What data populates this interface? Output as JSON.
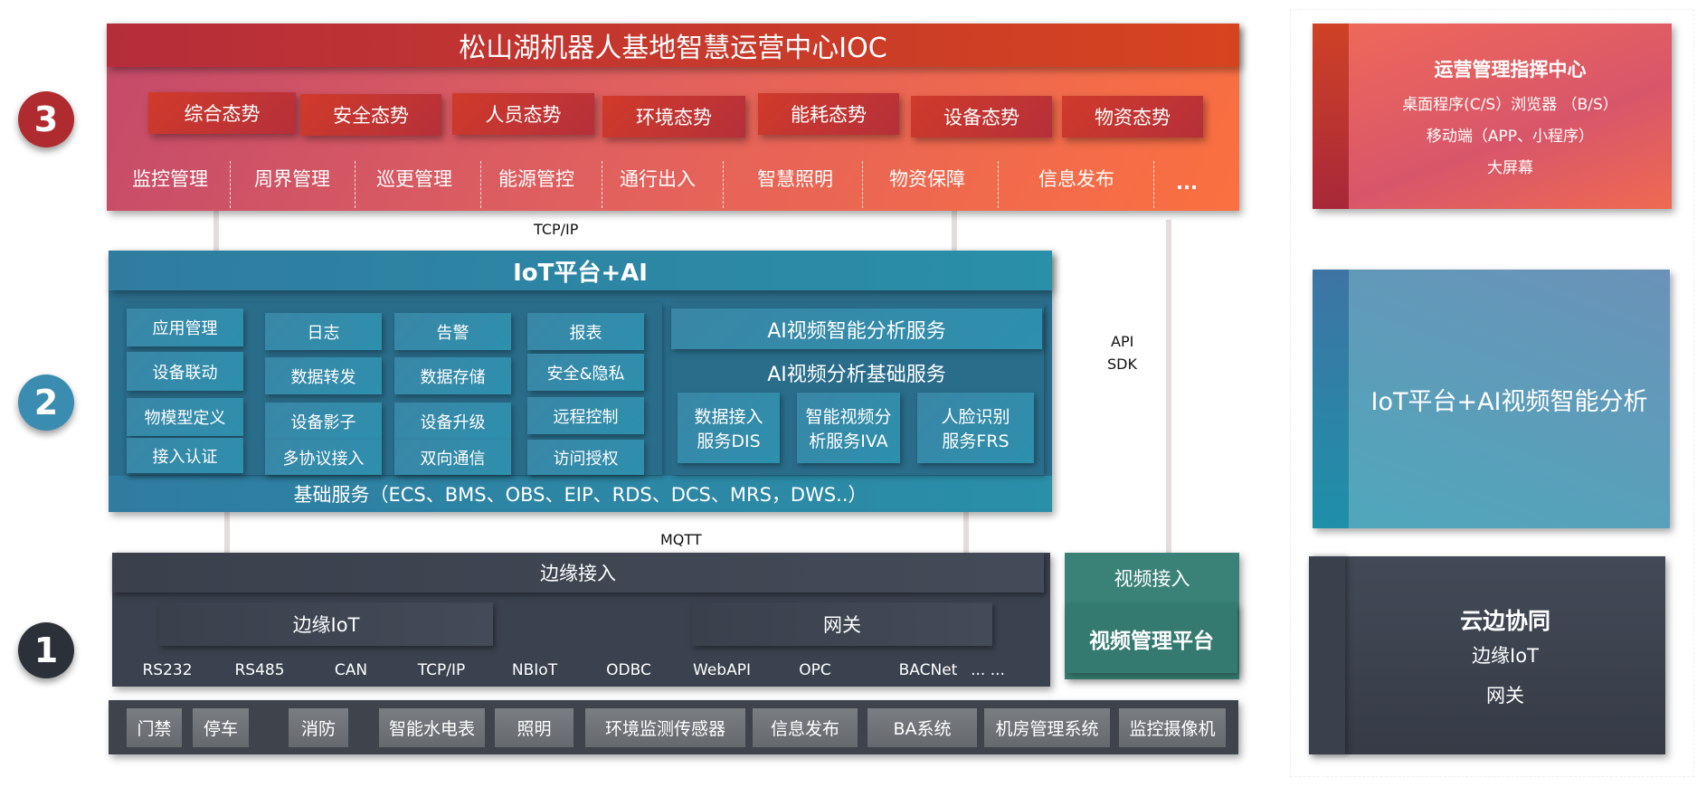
{
  "layer3": {
    "badge": "3",
    "title": "松山湖机器人基地智慧运营中心IOC",
    "situations": [
      "综合态势",
      "安全态势",
      "人员态势",
      "环境态势",
      "能耗态势",
      "设备态势",
      "物资态势"
    ],
    "management": [
      "监控管理",
      "周界管理",
      "巡更管理",
      "能源管控",
      "通行出入",
      "智慧照明",
      "物资保障",
      "信息发布",
      "..."
    ]
  },
  "links": {
    "tcpip": "TCP/IP",
    "api": "API",
    "sdk": "SDK",
    "mqtt": "MQTT"
  },
  "layer2": {
    "badge": "2",
    "title": "IoT平台+AI",
    "col1": [
      "应用管理",
      "设备联动",
      "物模型定义",
      "接入认证"
    ],
    "col2": [
      "日志",
      "数据转发",
      "设备影子",
      "多协议接入"
    ],
    "col3": [
      "告警",
      "数据存储",
      "设备升级",
      "双向通信"
    ],
    "col4": [
      "报表",
      "安全&隐私",
      "远程控制",
      "访问授权"
    ],
    "ai_header1": "AI视频智能分析服务",
    "ai_header2": "AI视频分析基础服务",
    "ai_services": [
      [
        "数据接入",
        "服务DIS"
      ],
      [
        "智能视频分",
        "析服务IVA"
      ],
      [
        "人脸识别",
        "服务FRS"
      ]
    ],
    "base": "基础服务（ECS、BMS、OBS、EIP、RDS、DCS、MRS，DWS..）"
  },
  "layer1": {
    "badge": "1",
    "title": "边缘接入",
    "edge_iot": "边缘IoT",
    "gateway": "网关",
    "protocols": [
      "RS232",
      "RS485",
      "CAN",
      "TCP/IP",
      "NBIoT",
      "ODBC",
      "WebAPI",
      "OPC",
      "BACNet",
      "... ..."
    ],
    "video_title": "视频接入",
    "video_platform": "视频管理平台",
    "devices": [
      "门禁",
      "停车",
      "消防",
      "智能水电表",
      "照明",
      "环境监测传感器",
      "信息发布",
      "BA系统",
      "机房管理系统",
      "监控摄像机"
    ]
  },
  "right": {
    "ops": {
      "title": "运营管理指挥中心",
      "lines": [
        "桌面程序(C/S）浏览器 （B/S）",
        "移动端（APP、小程序）",
        "大屏幕"
      ]
    },
    "iot": "IoT平台+AI视频智能分析",
    "edge": {
      "title": "云边协同",
      "lines": [
        "边缘IoT",
        "网关"
      ]
    }
  }
}
